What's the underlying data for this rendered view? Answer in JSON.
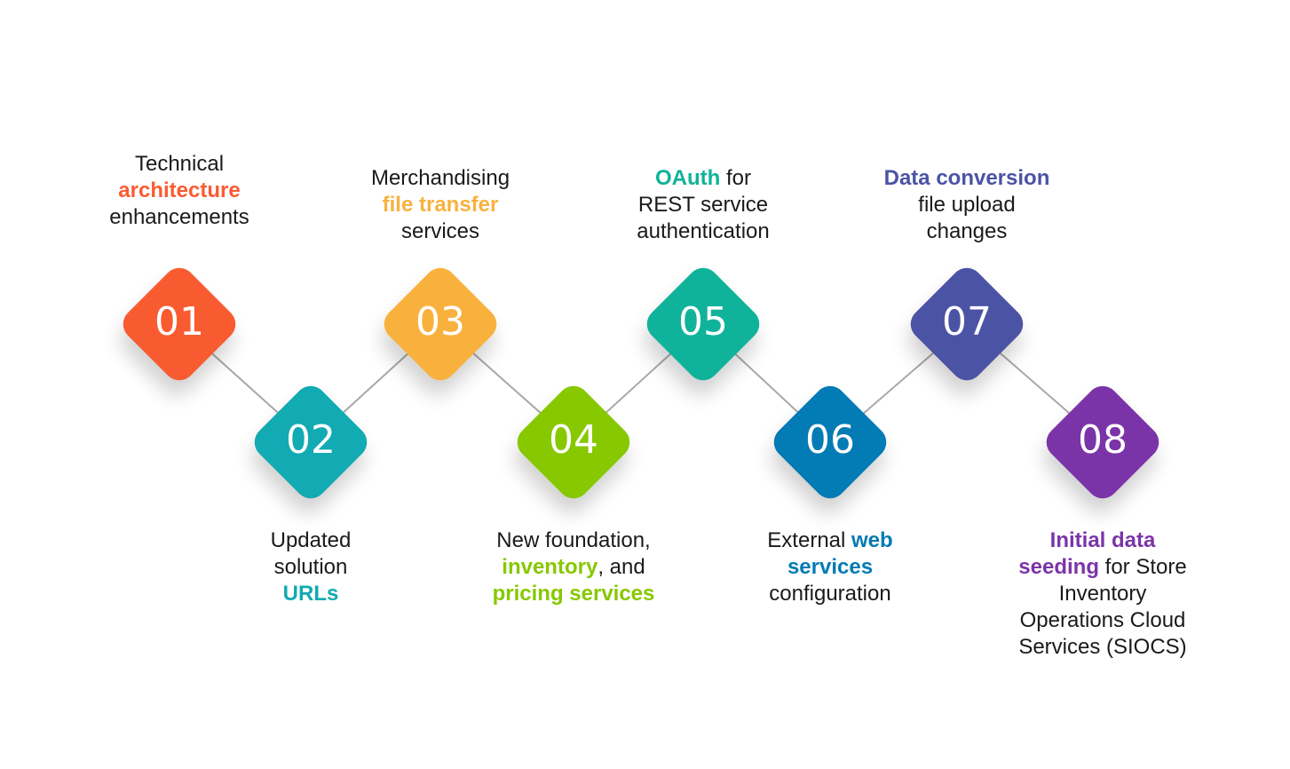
{
  "steps": [
    {
      "number": "01",
      "color": "#f95b31",
      "label_lines": [
        [
          {
            "t": "Technical"
          }
        ],
        [
          {
            "t": "architecture",
            "h": true
          }
        ],
        [
          {
            "t": "enhancements"
          }
        ]
      ]
    },
    {
      "number": "02",
      "color": "#12aab3",
      "label_lines": [
        [
          {
            "t": "Updated"
          }
        ],
        [
          {
            "t": "solution"
          }
        ],
        [
          {
            "t": "URLs",
            "h": true
          }
        ]
      ]
    },
    {
      "number": "03",
      "color": "#f9b13e",
      "label_lines": [
        [
          {
            "t": "Merchandising"
          }
        ],
        [
          {
            "t": "file transfer",
            "h": true
          }
        ],
        [
          {
            "t": "services"
          }
        ]
      ]
    },
    {
      "number": "04",
      "color": "#87c800",
      "label_lines": [
        [
          {
            "t": "New foundation,"
          }
        ],
        [
          {
            "t": "inventory",
            "h": true
          },
          {
            "t": ", and"
          }
        ],
        [
          {
            "t": "pricing services",
            "h": true
          }
        ]
      ]
    },
    {
      "number": "05",
      "color": "#0fb39a",
      "label_lines": [
        [
          {
            "t": "OAuth",
            "h": true
          },
          {
            "t": " for"
          }
        ],
        [
          {
            "t": "REST service"
          }
        ],
        [
          {
            "t": "authentication"
          }
        ]
      ]
    },
    {
      "number": "06",
      "color": "#037bb4",
      "label_lines": [
        [
          {
            "t": "External "
          },
          {
            "t": "web",
            "h": true
          }
        ],
        [
          {
            "t": "services",
            "h": true
          }
        ],
        [
          {
            "t": "configuration"
          }
        ]
      ]
    },
    {
      "number": "07",
      "color": "#4b53a5",
      "label_lines": [
        [
          {
            "t": "Data conversion",
            "h": true
          }
        ],
        [
          {
            "t": "file upload"
          }
        ],
        [
          {
            "t": "changes"
          }
        ]
      ]
    },
    {
      "number": "08",
      "color": "#7b34a8",
      "label_lines": [
        [
          {
            "t": "Initial data",
            "h": true
          }
        ],
        [
          {
            "t": "seeding",
            "h": true
          },
          {
            "t": " for Store"
          }
        ],
        [
          {
            "t": "Inventory"
          }
        ],
        [
          {
            "t": "Operations Cloud"
          }
        ],
        [
          {
            "t": "Services (SIOCS)"
          }
        ]
      ]
    }
  ]
}
